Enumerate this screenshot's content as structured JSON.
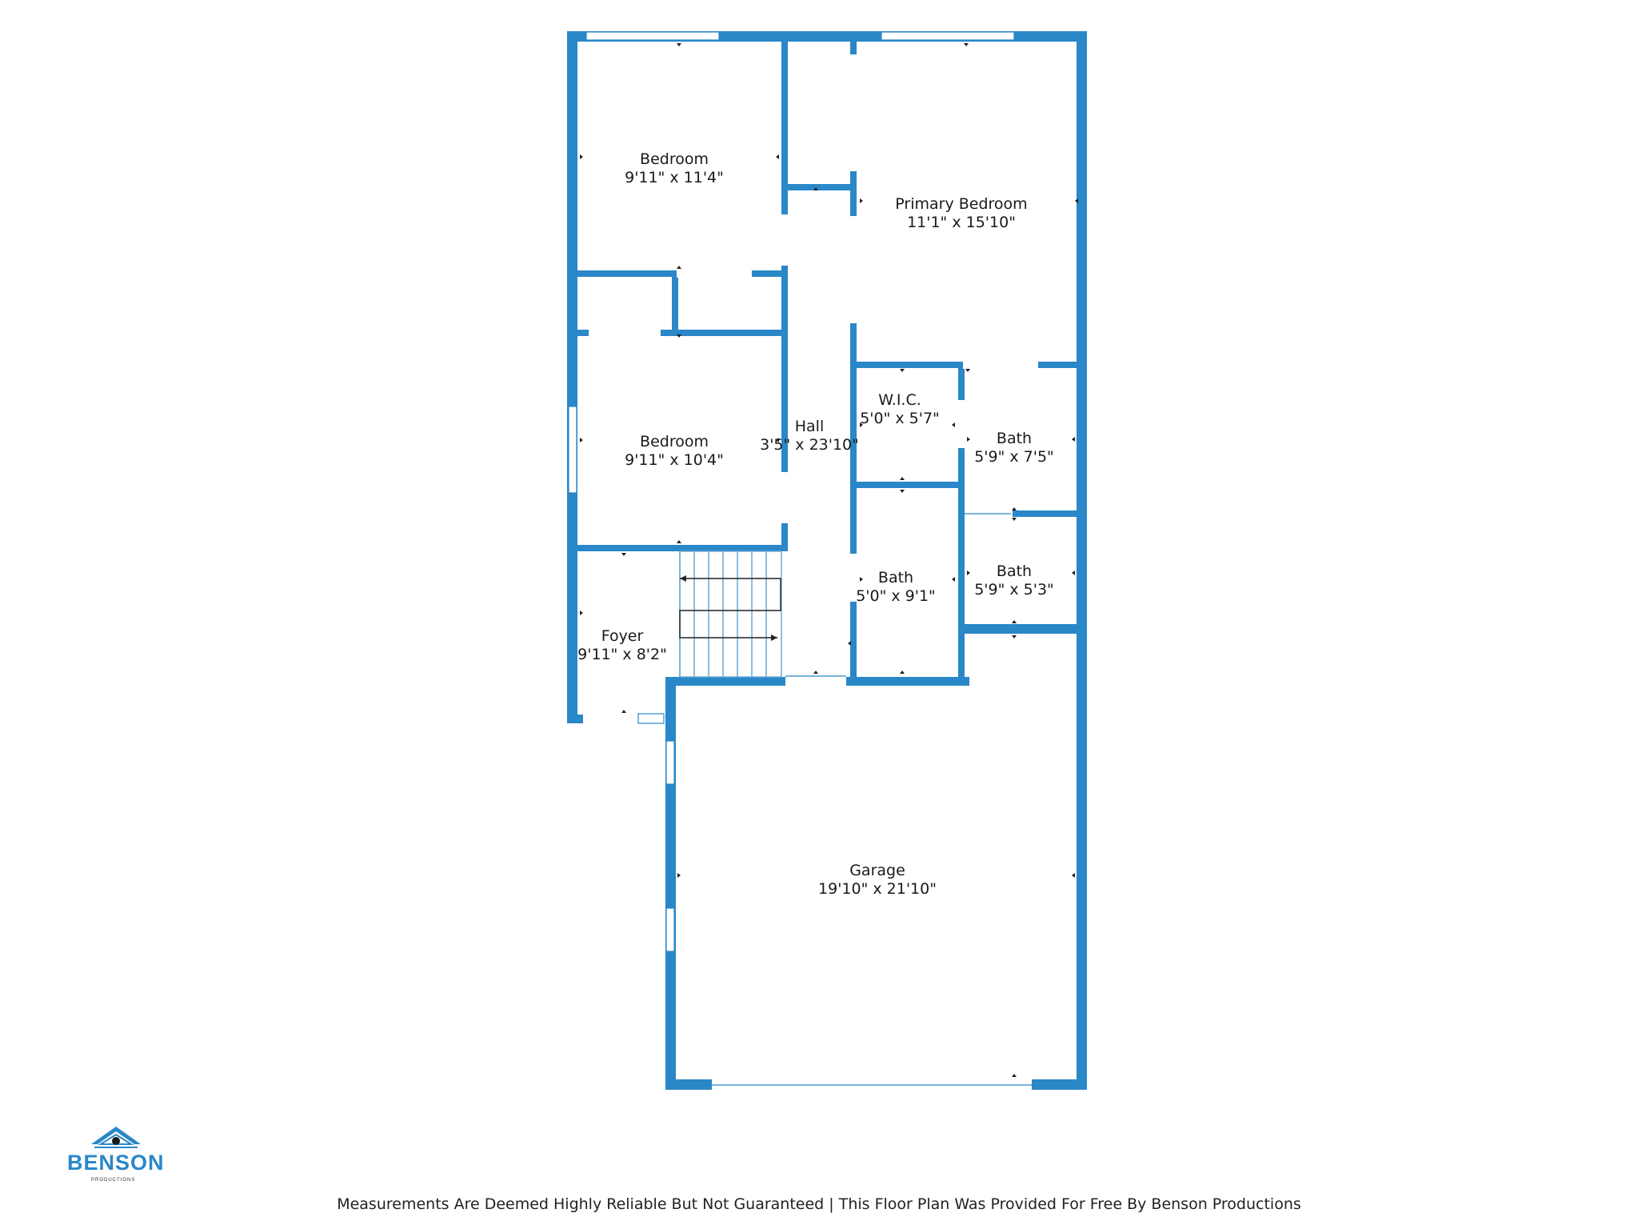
{
  "rooms": [
    {
      "name": "Bedroom",
      "size": "9'11\" x 11'4\""
    },
    {
      "name": "Primary Bedroom",
      "size": "11'1\" x 15'10\""
    },
    {
      "name": "Bedroom",
      "size": "9'11\" x 10'4\""
    },
    {
      "name": "Hall",
      "size": "3'5\" x 23'10\""
    },
    {
      "name": "W.I.C.",
      "size": "5'0\" x 5'7\""
    },
    {
      "name": "Bath",
      "size": "5'9\" x 7'5\""
    },
    {
      "name": "Bath",
      "size": "5'0\" x 9'1\""
    },
    {
      "name": "Bath",
      "size": "5'9\" x 5'3\""
    },
    {
      "name": "Foyer",
      "size": "9'11\" x 8'2\""
    },
    {
      "name": "Garage",
      "size": "19'10\" x 21'10\""
    }
  ],
  "logo": {
    "brand": "BENSON",
    "sub": "PRODUCTIONS"
  },
  "footer": {
    "disclaimer": "Measurements Are Deemed Highly Reliable But Not Guaranteed | This Floor Plan Was Provided For Free By Benson Productions"
  },
  "colors": {
    "wall": "#2a87c8",
    "text": "#1a1a1a"
  }
}
